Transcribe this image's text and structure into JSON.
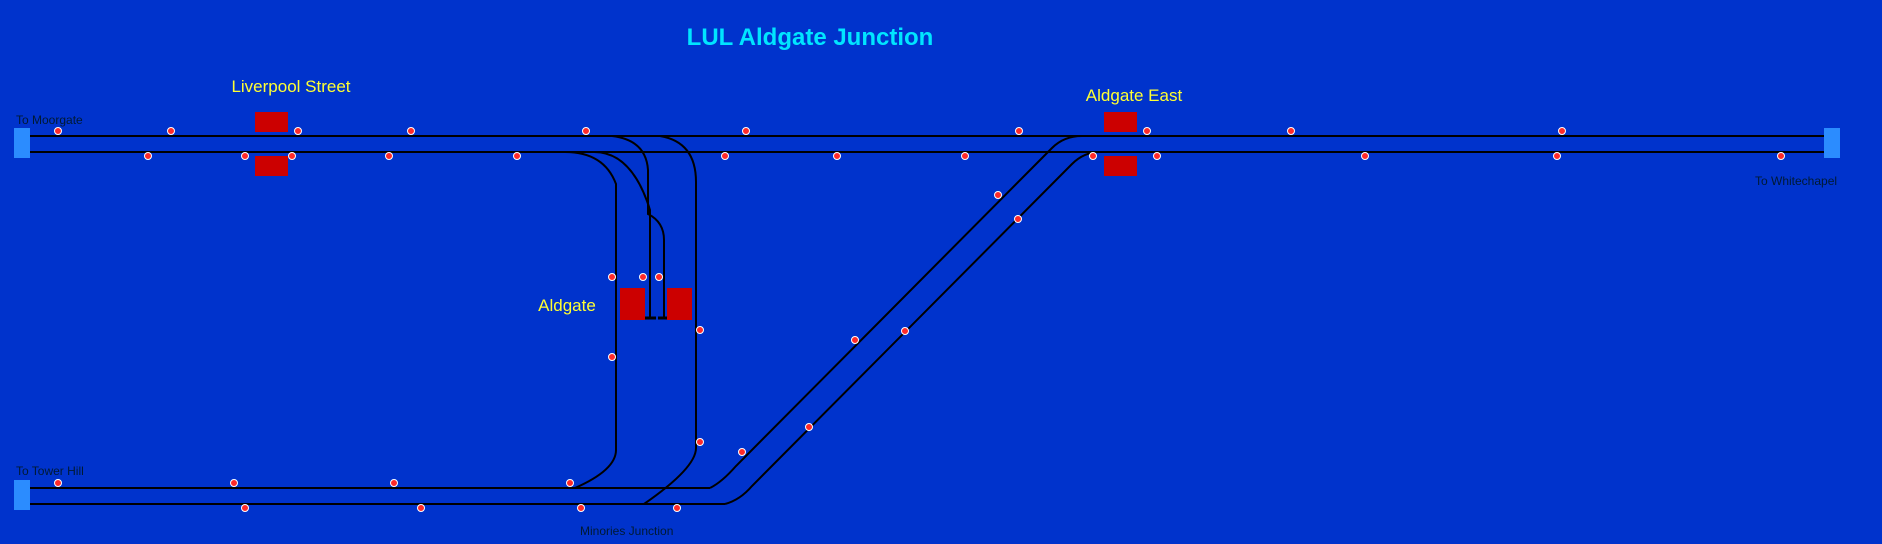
{
  "title": "LUL Aldgate Junction",
  "stations": {
    "liverpool_street": "Liverpool Street",
    "aldgate_east": "Aldgate East",
    "aldgate": "Aldgate"
  },
  "destinations": {
    "moorgate": "To Moorgate",
    "whitechapel": "To Whitechapel",
    "tower_hill": "To Tower Hill",
    "minories": "Minories Junction"
  },
  "colors": {
    "background": "#0033cc",
    "track": "#000000",
    "title": "#00e5ff",
    "station_label": "#ffff33",
    "platform": "#cc0000",
    "signal": "#ff2a2a",
    "buffer": "#2b8cff",
    "dest_label": "#001a33"
  }
}
